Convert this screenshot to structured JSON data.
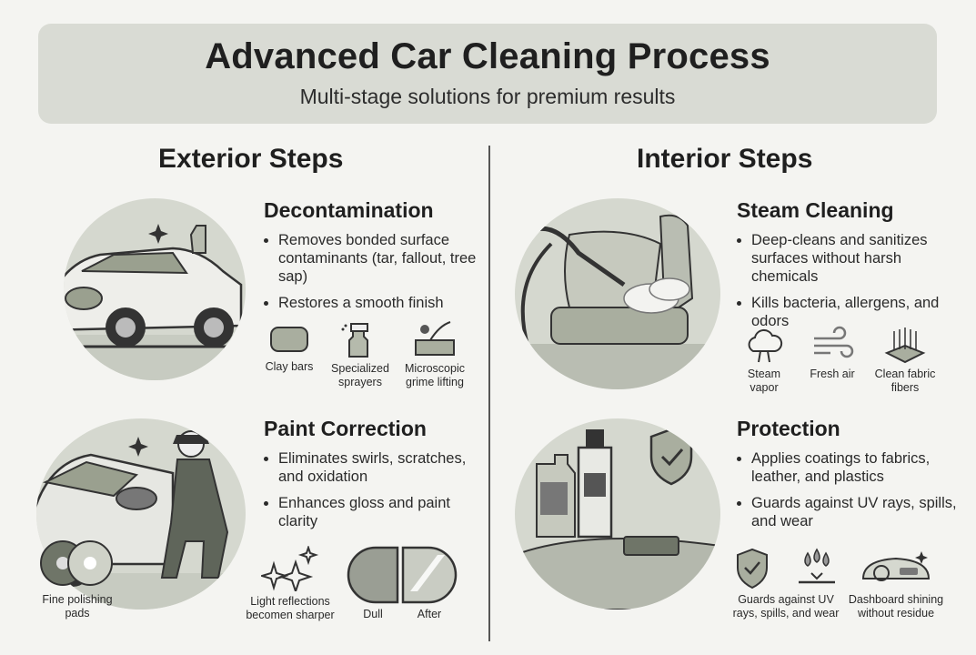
{
  "header": {
    "title": "Advanced Car Cleaning Process",
    "subtitle": "Multi-stage solutions for premium results"
  },
  "exterior": {
    "title": "Exterior Steps",
    "decontamination": {
      "title": "Decontamination",
      "bullets": [
        "Removes bonded surface contaminants (tar, fallout, tree sap)",
        "Restores a smooth finish"
      ],
      "icons": [
        {
          "label": "Clay bars",
          "icon": "clay-bar-icon"
        },
        {
          "label": "Specialized sprayers",
          "icon": "spray-bottle-icon"
        },
        {
          "label": "Microscopic grime lifting",
          "icon": "grime-lifting-icon"
        }
      ]
    },
    "paint_correction": {
      "title": "Paint Correction",
      "bullets": [
        "Eliminates swirls, scratches, and oxidation",
        "Enhances gloss and paint clarity"
      ],
      "icons": [
        {
          "label": "Fine polishing pads",
          "icon": "polishing-pads-icon"
        },
        {
          "label": "Light reflections becomen sharper",
          "icon": "sparkles-icon"
        },
        {
          "label": "Dull",
          "icon": "dull-finish-icon"
        },
        {
          "label": "After",
          "icon": "glossy-finish-icon"
        }
      ]
    }
  },
  "interior": {
    "title": "Interior Steps",
    "steam_cleaning": {
      "title": "Steam Cleaning",
      "bullets": [
        "Deep-cleans and sanitizes surfaces without harsh chemicals",
        "Kills bacteria, allergens, and odors"
      ],
      "icons": [
        {
          "label": "Steam vapor",
          "icon": "steam-cloud-icon"
        },
        {
          "label": "Fresh air",
          "icon": "wind-icon"
        },
        {
          "label": "Clean fabric fibers",
          "icon": "fabric-fibers-icon"
        }
      ]
    },
    "protection": {
      "title": "Protection",
      "bullets": [
        "Applies coatings to fabrics, leather, and plastics",
        "Guards against UV rays, spills, and wear"
      ],
      "icons": [
        {
          "label": "Guards against UV rays, spills, and wear",
          "icon": "shield-check-icon"
        },
        {
          "label": "Dashboard shining without residue",
          "icon": "dashboard-icon"
        }
      ]
    }
  }
}
